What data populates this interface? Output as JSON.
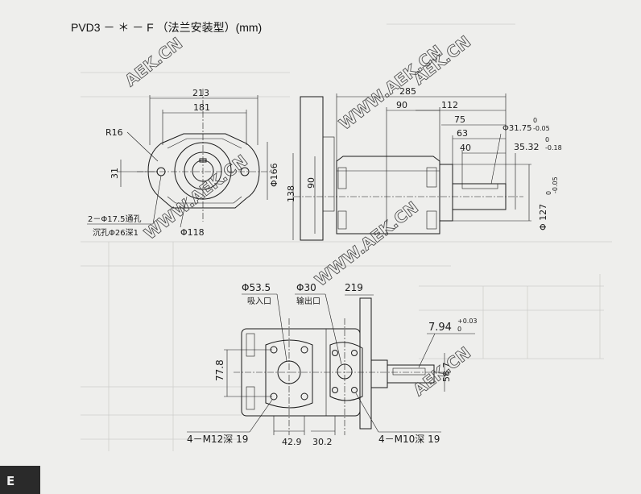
{
  "title": "PVD3 － ＊ － F （法兰安装型）(mm)",
  "views": {
    "front": {
      "d213": "213",
      "d181": "181",
      "r16": "R16",
      "d31": "31",
      "d166": "Φ166",
      "d118": "Φ118",
      "hole_note_1": "2－Φ17.5通孔",
      "hole_note_2": "沉孔Φ26深1"
    },
    "side": {
      "d285": "285",
      "d90a": "90",
      "d112": "112",
      "d75": "75",
      "d63": "63",
      "d40": "40",
      "d138": "138",
      "d90b": "90",
      "shaft_dia": "Φ31.75",
      "shaft_tol_up": "0",
      "shaft_tol_dn": "-0.05",
      "key_height": "35.32",
      "key_tol_up": "0",
      "key_tol_dn": "-0.18",
      "pilot_dia": "Φ 127",
      "pilot_tol_up": "0",
      "pilot_tol_dn": "-0.05"
    },
    "bottom": {
      "suction_dia": "Φ53.5",
      "suction_label": "吸入口",
      "outlet_dia": "Φ30",
      "outlet_label": "输出口",
      "d219": "219",
      "key_width": "7.94",
      "key_width_tol_up": "+0.03",
      "key_width_tol_dn": "0",
      "d77_8": "77.8",
      "d58_7": "58.7",
      "suction_threads": "4－M12深 19",
      "outlet_threads": "4－M10深 19",
      "d42_9": "42.9",
      "d30_2": "30.2"
    }
  },
  "watermark": "WWW.AEK.CN",
  "watermark_short": "AEK.CN",
  "side_tab": "E"
}
